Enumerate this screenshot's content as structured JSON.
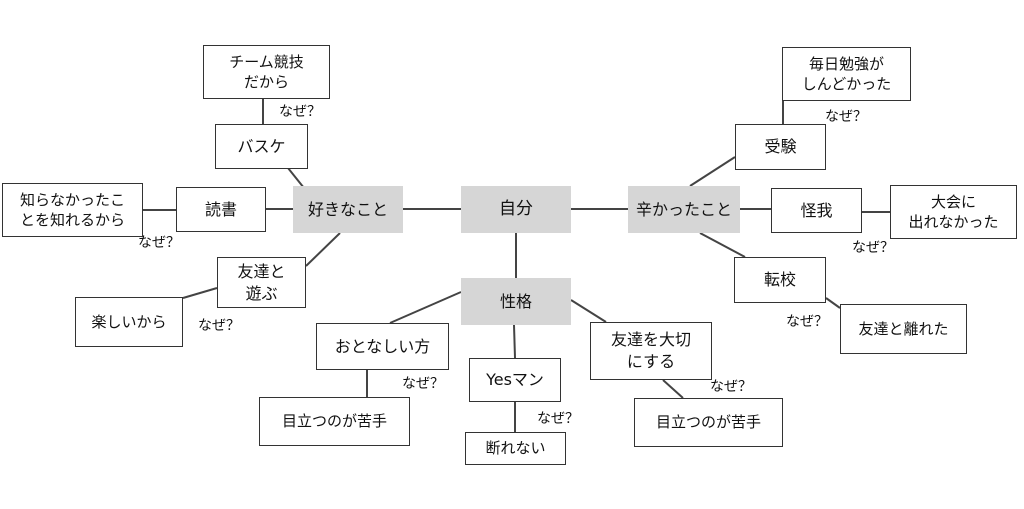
{
  "center": "自分",
  "likes": {
    "label": "好きなこと",
    "basketball": "バスケ",
    "team_sport": "チーム競技\nだから",
    "reading": "読書",
    "unknown": "知らなかったこ\nとを知れるから",
    "playing_friends": "友達と\n遊ぶ",
    "fun": "楽しいから"
  },
  "hard": {
    "label": "辛かったこと",
    "exam": "受験",
    "daily_study": "毎日勉強が\nしんどかった",
    "injury": "怪我",
    "tournament": "大会に\n出れなかった",
    "transfer": "転校",
    "separated": "友達と離れた"
  },
  "personality": {
    "label": "性格",
    "quiet": "おとなしい方",
    "stand_out_1": "目立つのが苦手",
    "yesman": "Yesマン",
    "cant_refuse": "断れない",
    "cherish_friends": "友達を大切\nにする",
    "stand_out_2": "目立つのが苦手"
  },
  "why": "なぜ？"
}
